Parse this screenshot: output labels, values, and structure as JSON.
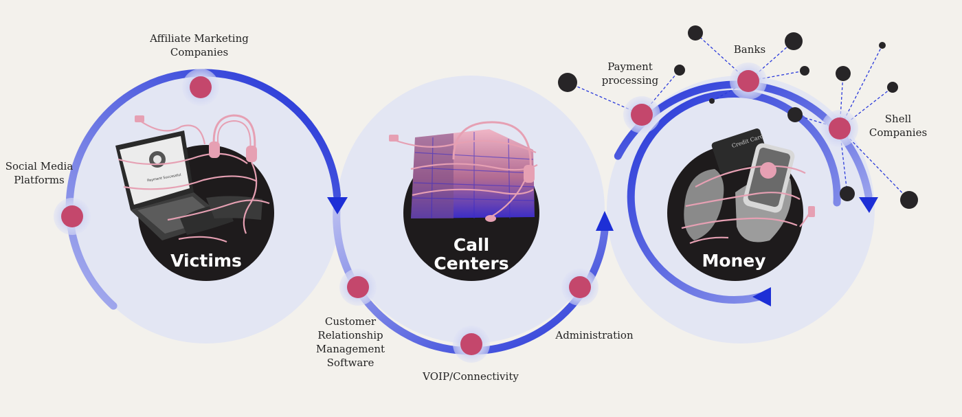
{
  "hubs": {
    "victims": "Victims",
    "call_centers": "Call\nCenters",
    "money": "Money"
  },
  "nodes": {
    "affiliate": "Affiliate Marketing\nCompanies",
    "social": "Social Media\nPlatforms",
    "crm": "Customer\nRelationship\nManagement\nSoftware",
    "voip": "VOIP/Connectivity",
    "admin": "Administration",
    "payment": "Payment\nprocessing",
    "banks": "Banks",
    "shell": "Shell\nCompanies"
  },
  "screen_text": "Payment Successful",
  "card_text": "Credit Card",
  "colors": {
    "background": "#f3f1ec",
    "disc": "#e3e6f3",
    "hub": "#1e1b1c",
    "ring": "#2a3adb",
    "node": "#c4476c",
    "cable": "#e6a0b3",
    "dots": "#272527"
  }
}
